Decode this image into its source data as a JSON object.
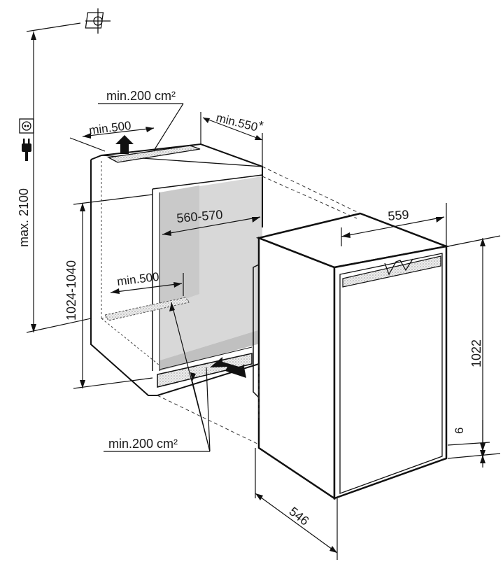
{
  "dimensions": {
    "top_vent_area": "min.200 cm²",
    "top_depth": "min.500",
    "rear_clearance": "min.550",
    "asterisk": "*",
    "niche_width": "560-570",
    "bottom_depth": "min.500",
    "niche_height": "1024-1040",
    "max_socket_height": "max. 2100",
    "appliance_width": "559",
    "appliance_height": "1022",
    "bottom_offset": "6",
    "appliance_depth": "546",
    "bottom_vent_area": "min.200 cm²"
  },
  "icons": [
    "mounting-point-icon",
    "power-socket-icon",
    "power-plug-icon"
  ]
}
